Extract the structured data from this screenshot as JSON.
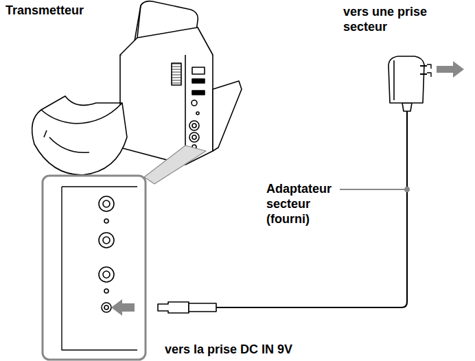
{
  "diagram": {
    "labels": [
      "Transmetteur",
      "vers une prise secteur",
      "Adaptateur secteur (fourni)",
      "vers la prise DC IN 9V"
    ]
  }
}
